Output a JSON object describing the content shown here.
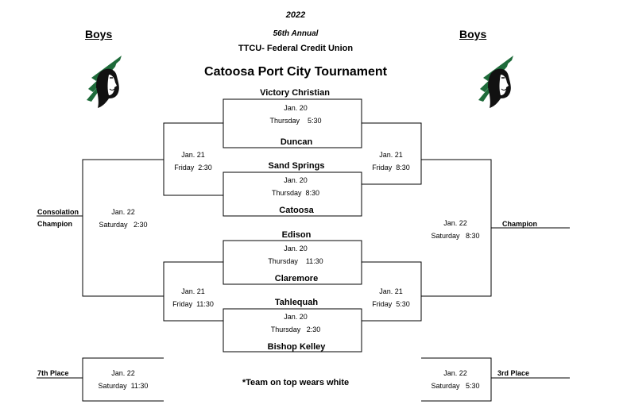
{
  "header": {
    "year": "2022",
    "annual": "56th Annual",
    "sponsor": "TTCU- Federal Credit Union",
    "title": "Catoosa Port City Tournament",
    "left_label": "Boys",
    "right_label": "Boys"
  },
  "logo_icon": "indian-head-mascot-icon",
  "colors": {
    "logo_green": "#1e6b3a",
    "line": "#000000"
  },
  "teams": {
    "victory_christian": "Victory Christian",
    "duncan": "Duncan",
    "sand_springs": "Sand Springs",
    "catoosa": "Catoosa",
    "edison": "Edison",
    "claremore": "Claremore",
    "tahlequah": "Tahlequah",
    "bishop_kelley": "Bishop Kelley"
  },
  "games": {
    "g1": {
      "date": "Jan. 20",
      "time": "Thursday    5:30"
    },
    "g2": {
      "date": "Jan. 20",
      "time": "Thursday  8:30"
    },
    "g3": {
      "date": "Jan. 20",
      "time": "Thursday    11:30"
    },
    "g4": {
      "date": "Jan. 20",
      "time": "Thursday   2:30"
    },
    "semi_left_top": {
      "date": "Jan. 21",
      "time": "Friday  2:30"
    },
    "semi_left_bottom": {
      "date": "Jan. 21",
      "time": "Friday  11:30"
    },
    "semi_right_top": {
      "date": "Jan. 21",
      "time": "Friday  8:30"
    },
    "semi_right_bottom": {
      "date": "Jan. 21",
      "time": "Friday  5:30"
    },
    "consolation_final": {
      "date": "Jan. 22",
      "time": "Saturday   2:30"
    },
    "championship": {
      "date": "Jan. 22",
      "time": "Saturday   8:30"
    },
    "seventh_place": {
      "date": "Jan. 22",
      "time": "Saturday  11:30"
    },
    "third_place": {
      "date": "Jan. 22",
      "time": "Saturday   5:30"
    }
  },
  "labels": {
    "consolation_line1": "Consolation",
    "consolation_line2": "Champion",
    "champion": "Champion",
    "seventh_place": "7th Place",
    "third_place": "3rd Place"
  },
  "note": "*Team on top wears white"
}
